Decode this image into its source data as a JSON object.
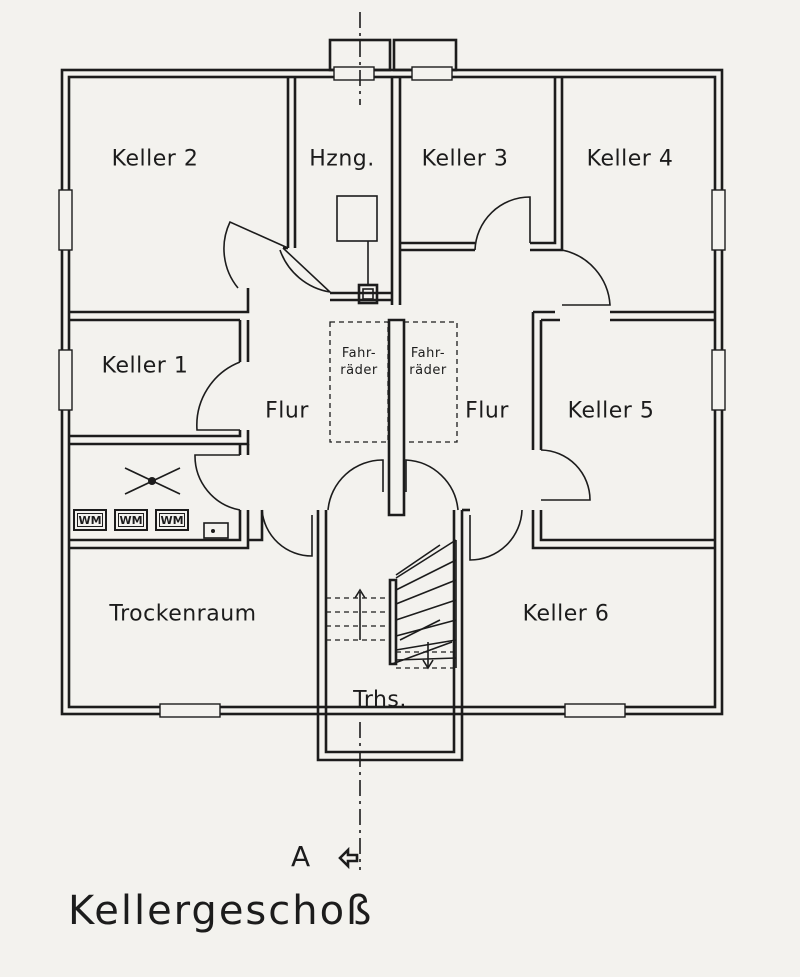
{
  "plan": {
    "title": "Kellergeschoß",
    "section_marker": "A",
    "rooms": {
      "keller2": "Keller 2",
      "hzng": "Hzng.",
      "keller3": "Keller 3",
      "keller4": "Keller 4",
      "keller1": "Keller 1",
      "flur_left": "Flur",
      "flur_right": "Flur",
      "keller5": "Keller 5",
      "trockenraum": "Trockenraum",
      "keller6": "Keller 6",
      "trhs": "Trhs."
    },
    "bike_areas": {
      "left_line1": "Fahr-",
      "left_line2": "räder",
      "right_line1": "Fahr-",
      "right_line2": "räder"
    },
    "washers": [
      "WM",
      "WM",
      "WM"
    ]
  }
}
